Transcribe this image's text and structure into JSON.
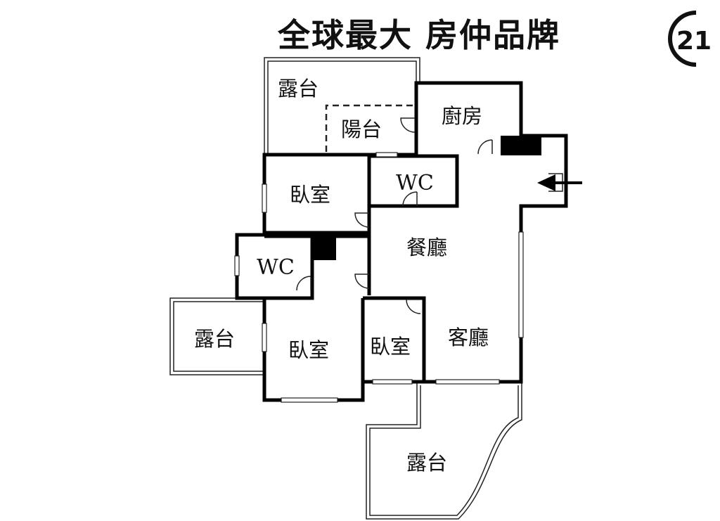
{
  "header": {
    "slogan": "全球最大 房仲品牌",
    "logo_text": "21"
  },
  "rooms": {
    "terrace_top": "露台",
    "balcony": "陽台",
    "kitchen": "廚房",
    "bedroom_top": "臥室",
    "wc_top": "WC",
    "dining": "餐廳",
    "wc_left": "WC",
    "terrace_left": "露台",
    "bedroom_left": "臥室",
    "bedroom_small": "臥室",
    "living": "客廳",
    "terrace_bottom": "露台"
  },
  "icons": {
    "entrance": "entrance-arrow-icon",
    "logo": "century21-logo-icon"
  }
}
